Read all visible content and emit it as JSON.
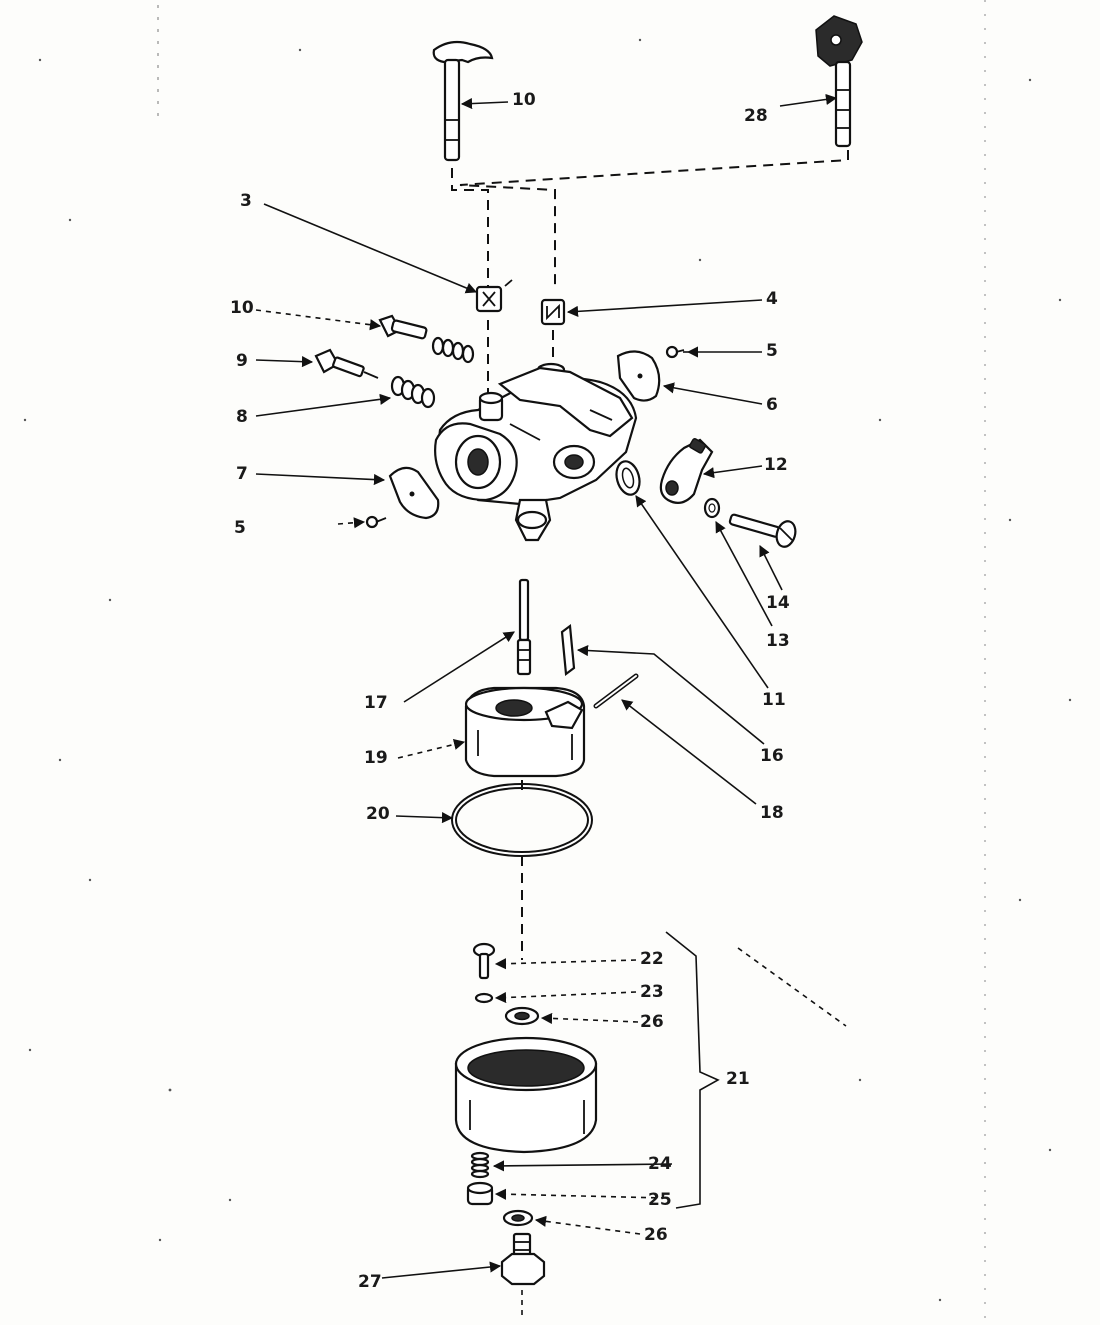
{
  "labels": {
    "l10_top": "10",
    "l28": "28",
    "l3": "3",
    "l4": "4",
    "l10": "10",
    "l5_right": "5",
    "l9": "9",
    "l6": "6",
    "l8": "8",
    "l12": "12",
    "l7": "7",
    "l5_left": "5",
    "l14": "14",
    "l13": "13",
    "l17": "17",
    "l11": "11",
    "l19": "19",
    "l16": "16",
    "l20": "20",
    "l18": "18",
    "l22": "22",
    "l23": "23",
    "l26_a": "26",
    "l21": "21",
    "l24": "24",
    "l25": "25",
    "l26_b": "26",
    "l27": "27"
  }
}
